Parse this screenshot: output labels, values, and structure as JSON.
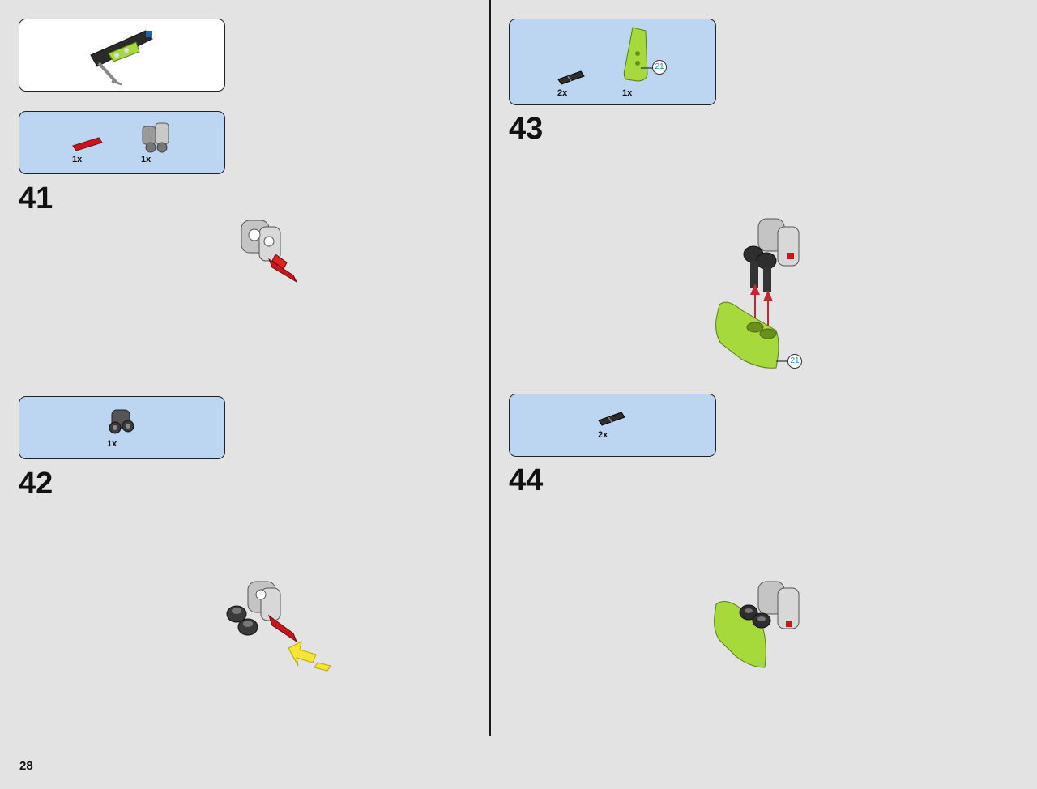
{
  "page_number": "28",
  "colors": {
    "background": "#e3e3e3",
    "parts_panel": "#bcd6f1",
    "lime": "#a6d93c",
    "red_axle": "#c8161d",
    "arrow_red": "#c4262e",
    "arrow_yellow": "#f4e536",
    "callout_text": "#2b8ab8"
  },
  "subassembly_preview": {
    "icons": [
      "lime-beam-assembly-icon"
    ]
  },
  "step41": {
    "number": "41",
    "parts": [
      {
        "icon": "red-axle-pin-icon",
        "qty": "1x"
      },
      {
        "icon": "gray-axle-connector-icon",
        "qty": "1x"
      }
    ]
  },
  "step42": {
    "number": "42",
    "parts": [
      {
        "icon": "black-pin-connector-icon",
        "qty": "1x"
      }
    ]
  },
  "step43": {
    "number": "43",
    "parts": [
      {
        "icon": "black-friction-pin-icon",
        "qty": "2x"
      },
      {
        "icon": "lime-panel-icon",
        "qty": "1x",
        "callout": "21"
      }
    ],
    "assembly_callout": "21"
  },
  "step44": {
    "number": "44",
    "parts": [
      {
        "icon": "black-friction-pin-icon",
        "qty": "2x"
      }
    ]
  }
}
